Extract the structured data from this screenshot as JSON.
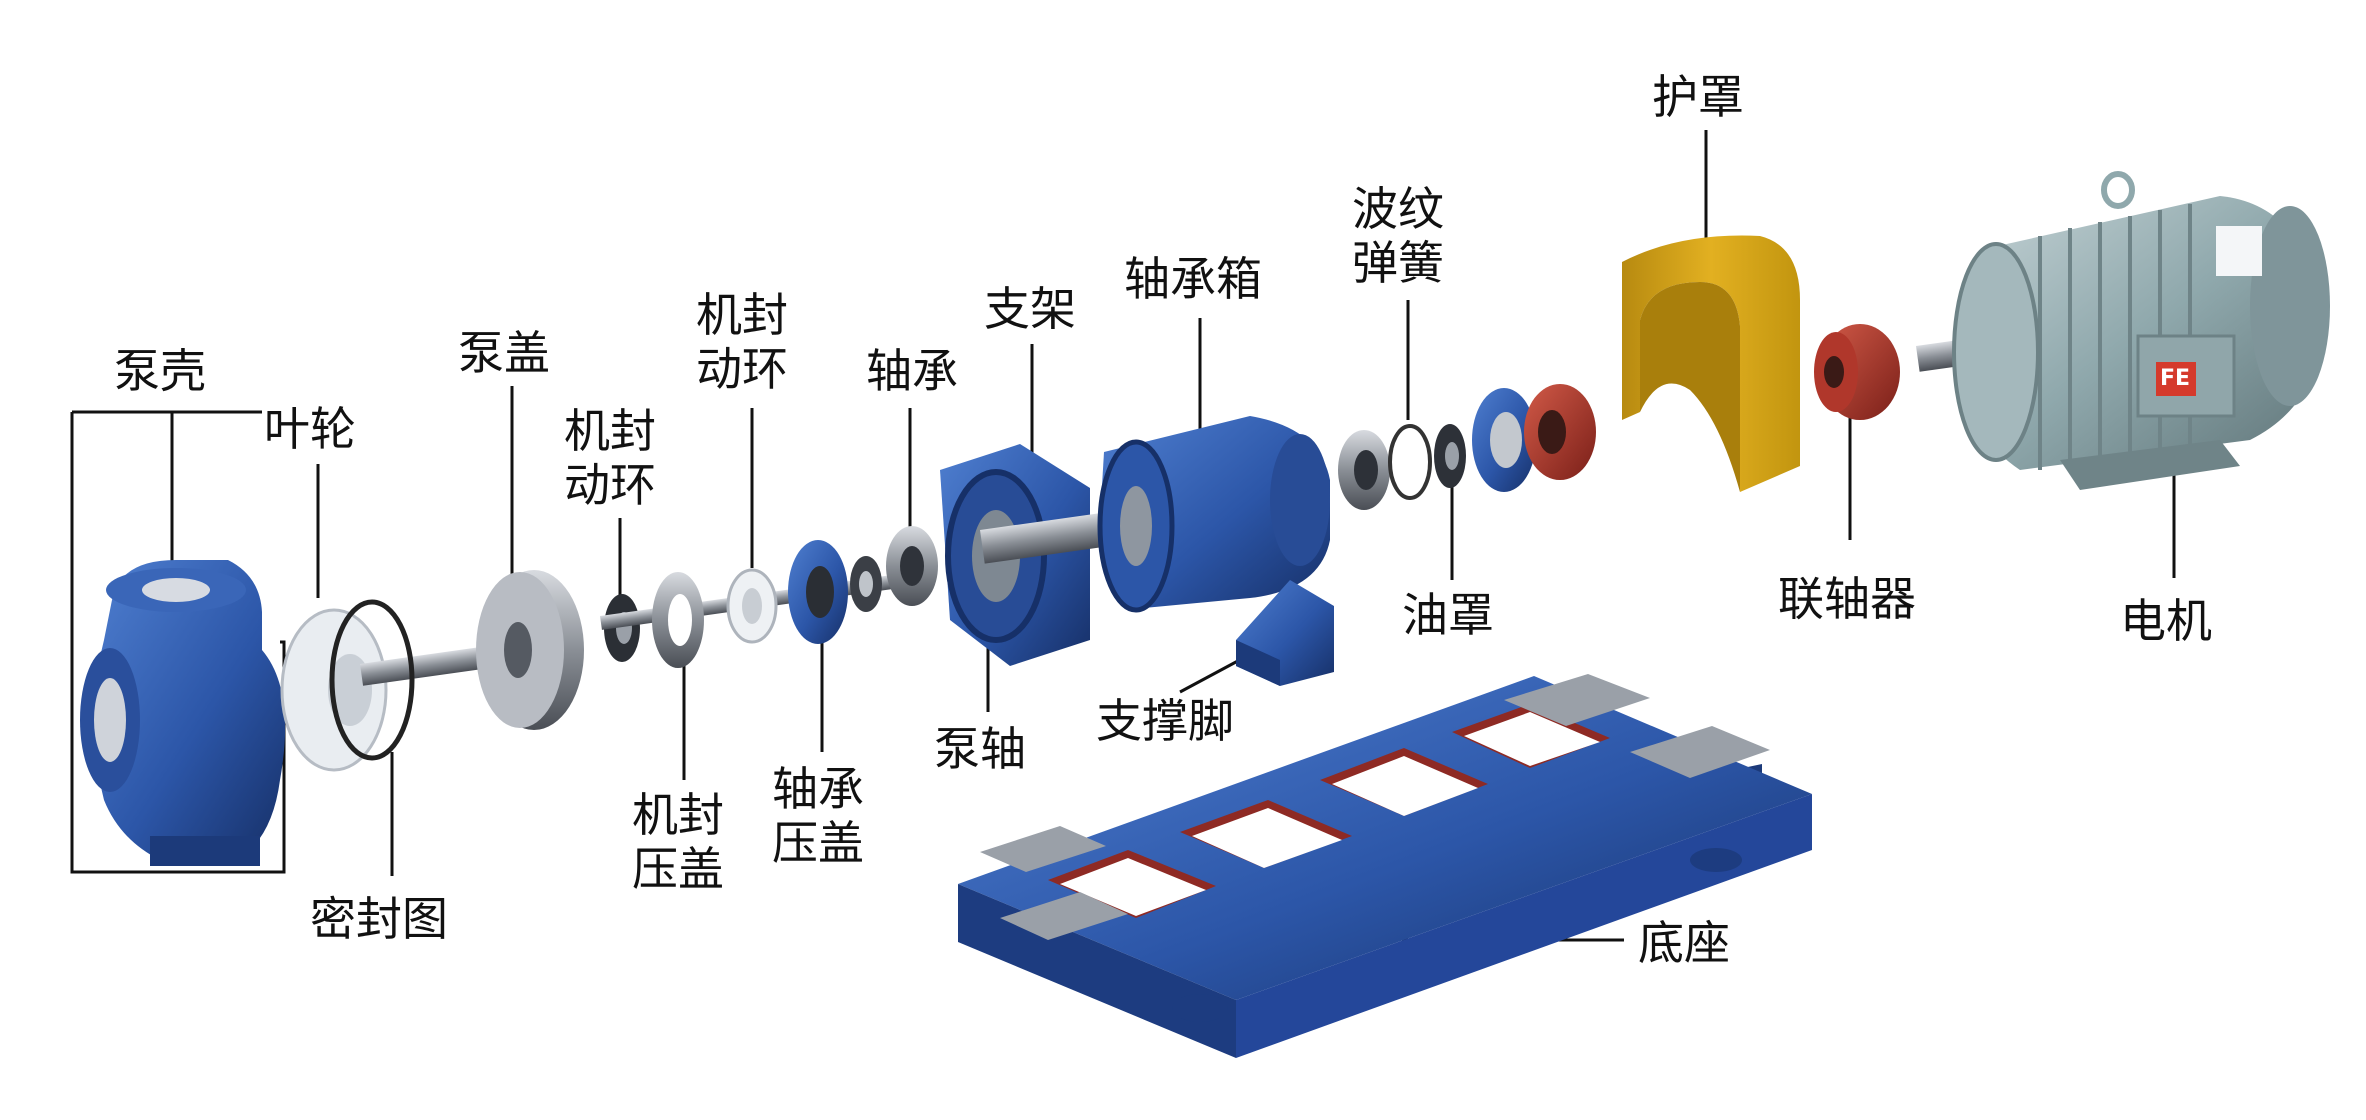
{
  "labels": {
    "pump_casing": "泵壳",
    "impeller": "叶轮",
    "seal_ring": "密封图",
    "pump_cover": "泵盖",
    "mech_seal_rotor_1": [
      "机封",
      "动环"
    ],
    "mech_seal_rotor_2": [
      "机封",
      "动环"
    ],
    "mech_seal_gland": [
      "机封",
      "压盖"
    ],
    "bearing": "轴承",
    "bearing_gland": [
      "轴承",
      "压盖"
    ],
    "bracket": "支架",
    "pump_shaft": "泵轴",
    "bearing_box": "轴承箱",
    "support_foot": "支撑脚",
    "wave_spring": [
      "波纹",
      "弹簧"
    ],
    "oil_cover": "油罩",
    "guard": "护罩",
    "coupling": "联轴器",
    "motor": "电机",
    "base": "底座"
  },
  "motor_badge": "FE",
  "colors": {
    "pump_blue": "#2c56a8",
    "base_red": "#8e2a24",
    "guard_yellow": "#e2b021",
    "motor_grey": "#8fa8ac",
    "coupling_red": "#b0372b",
    "steel": "#8a8f96",
    "leader_line": "#111111"
  }
}
